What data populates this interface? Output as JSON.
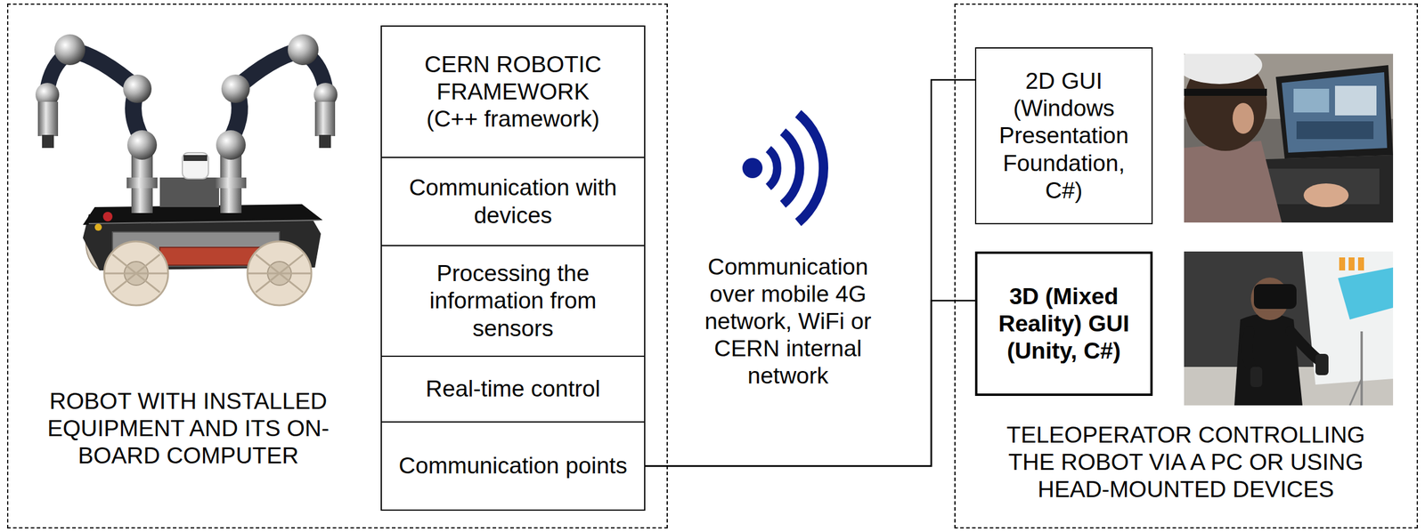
{
  "diagram": {
    "nodes": [
      {
        "text": [
          "ROBOT WITH INSTALLED EQUIPMENT AND ITS ON-BOARD COMPUTER"
        ]
      },
      {
        "text": [
          "CERN ROBOTIC FRAMEWORK (C++ framework)"
        ],
        "in": 0
      },
      {
        "text": [
          "Communication with devices"
        ],
        "in": 0
      },
      {
        "text": [
          "Processing the information from sensors"
        ],
        "in": 0
      },
      {
        "text": [
          "Real-time control"
        ],
        "in": 0
      },
      {
        "text": [
          "Communication points"
        ],
        "in": 0
      },
      {
        "text": [
          "TELEOPERATOR CONTROLLING THE ROBOT VIA A PC OR USING HEAD-MOUNTED DEVICES"
        ]
      },
      {
        "text": [
          "2D GUI (Windows Presentation Foundation, C#)"
        ],
        "in": 6
      },
      {
        "text": [
          "3D (Mixed Reality) GUI (Unity, C#)"
        ],
        "in": 6
      }
    ],
    "edges": [
      {
        "from": 5,
        "to": 7,
        "arrow": "none"
      },
      {
        "from": 5,
        "to": 8,
        "arrow": "none"
      }
    ],
    "labels": [
      "Communication over mobile 4G network, WiFi or CERN internal network"
    ]
  }
}
